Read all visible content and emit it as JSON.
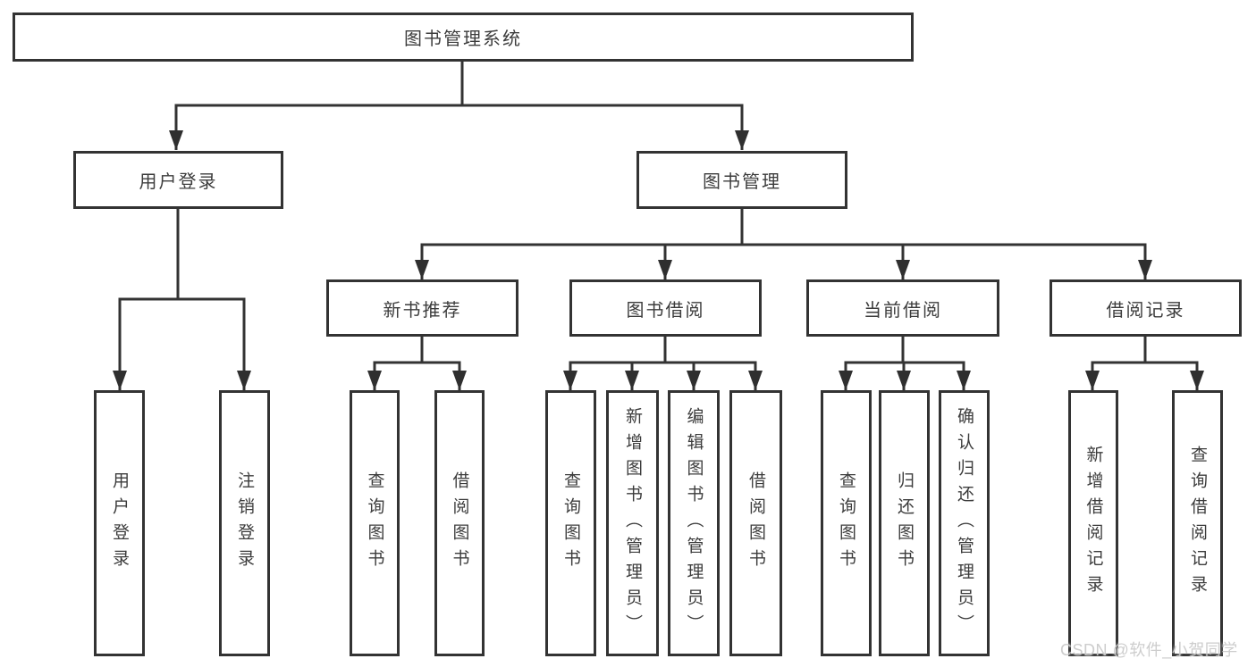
{
  "diagram": {
    "root": {
      "label": "图书管理系统"
    },
    "level2": {
      "user_login": {
        "label": "用户登录"
      },
      "book_management": {
        "label": "图书管理"
      }
    },
    "level3": {
      "new_book_recommend": {
        "label": "新书推荐"
      },
      "book_borrow": {
        "label": "图书借阅"
      },
      "current_borrow": {
        "label": "当前借阅"
      },
      "borrow_record": {
        "label": "借阅记录"
      }
    },
    "leaves": {
      "user_login": {
        "label": "用户登录"
      },
      "logout": {
        "label": "注销登录"
      },
      "recommend_query_book": {
        "label": "查询图书"
      },
      "recommend_borrow_book": {
        "label": "借阅图书"
      },
      "borrow_query_book": {
        "label": "查询图书"
      },
      "borrow_add_book": {
        "label": "新增图书（管理员）"
      },
      "borrow_edit_book": {
        "label": "编辑图书（管理员）"
      },
      "borrow_borrow_book": {
        "label": "借阅图书"
      },
      "current_query_book": {
        "label": "查询图书"
      },
      "current_return_book": {
        "label": "归还图书"
      },
      "current_confirm_return": {
        "label": "确认归还（管理员）"
      },
      "record_add_record": {
        "label": "新增借阅记录"
      },
      "record_query_record": {
        "label": "查询借阅记录"
      }
    },
    "watermark": "CSDN @软件_小贺同学",
    "colors": {
      "line": "#333333",
      "box_border": "#333333",
      "text": "#3c3c3c",
      "background": "#ffffff",
      "watermark": "#c9c9c9"
    }
  }
}
